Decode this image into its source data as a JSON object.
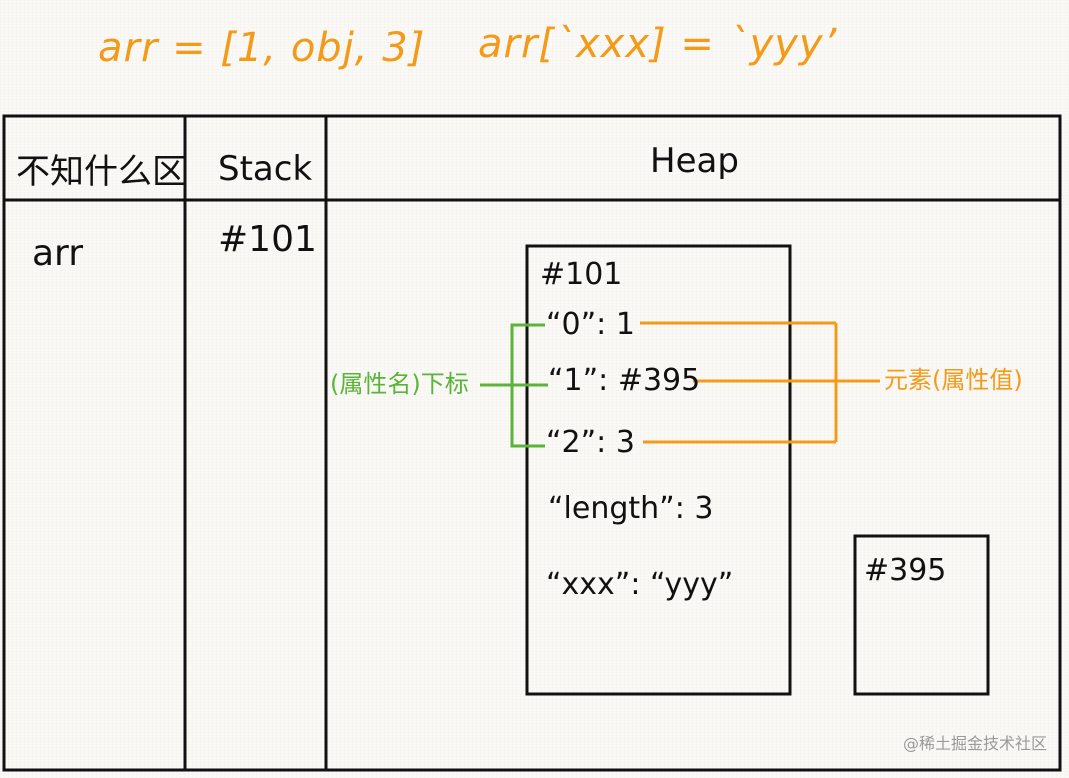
{
  "annotation_top": {
    "left_expression": "arr = [1, obj, 3]",
    "right_expression": "arr[`xxx] = `yyy’"
  },
  "table": {
    "headers": [
      "不知什么区",
      "Stack",
      "Heap"
    ],
    "unknown_area_value": "arr",
    "stack_value": "#101"
  },
  "heap": {
    "object_101": {
      "address": "#101",
      "entries": [
        "“0”: 1",
        "“1”: #395",
        "“2”: 3",
        "“length”: 3",
        "“xxx”: “yyy”"
      ]
    },
    "object_395": {
      "address": "#395"
    }
  },
  "labels": {
    "index_label": "(属性名)下标",
    "element_label": "元素(属性值)"
  },
  "colors": {
    "ink": "#111111",
    "orange": "#f39a19",
    "green": "#5bb43a",
    "paper": "#faf9f5"
  },
  "watermark": "@稀土掘金技术社区"
}
